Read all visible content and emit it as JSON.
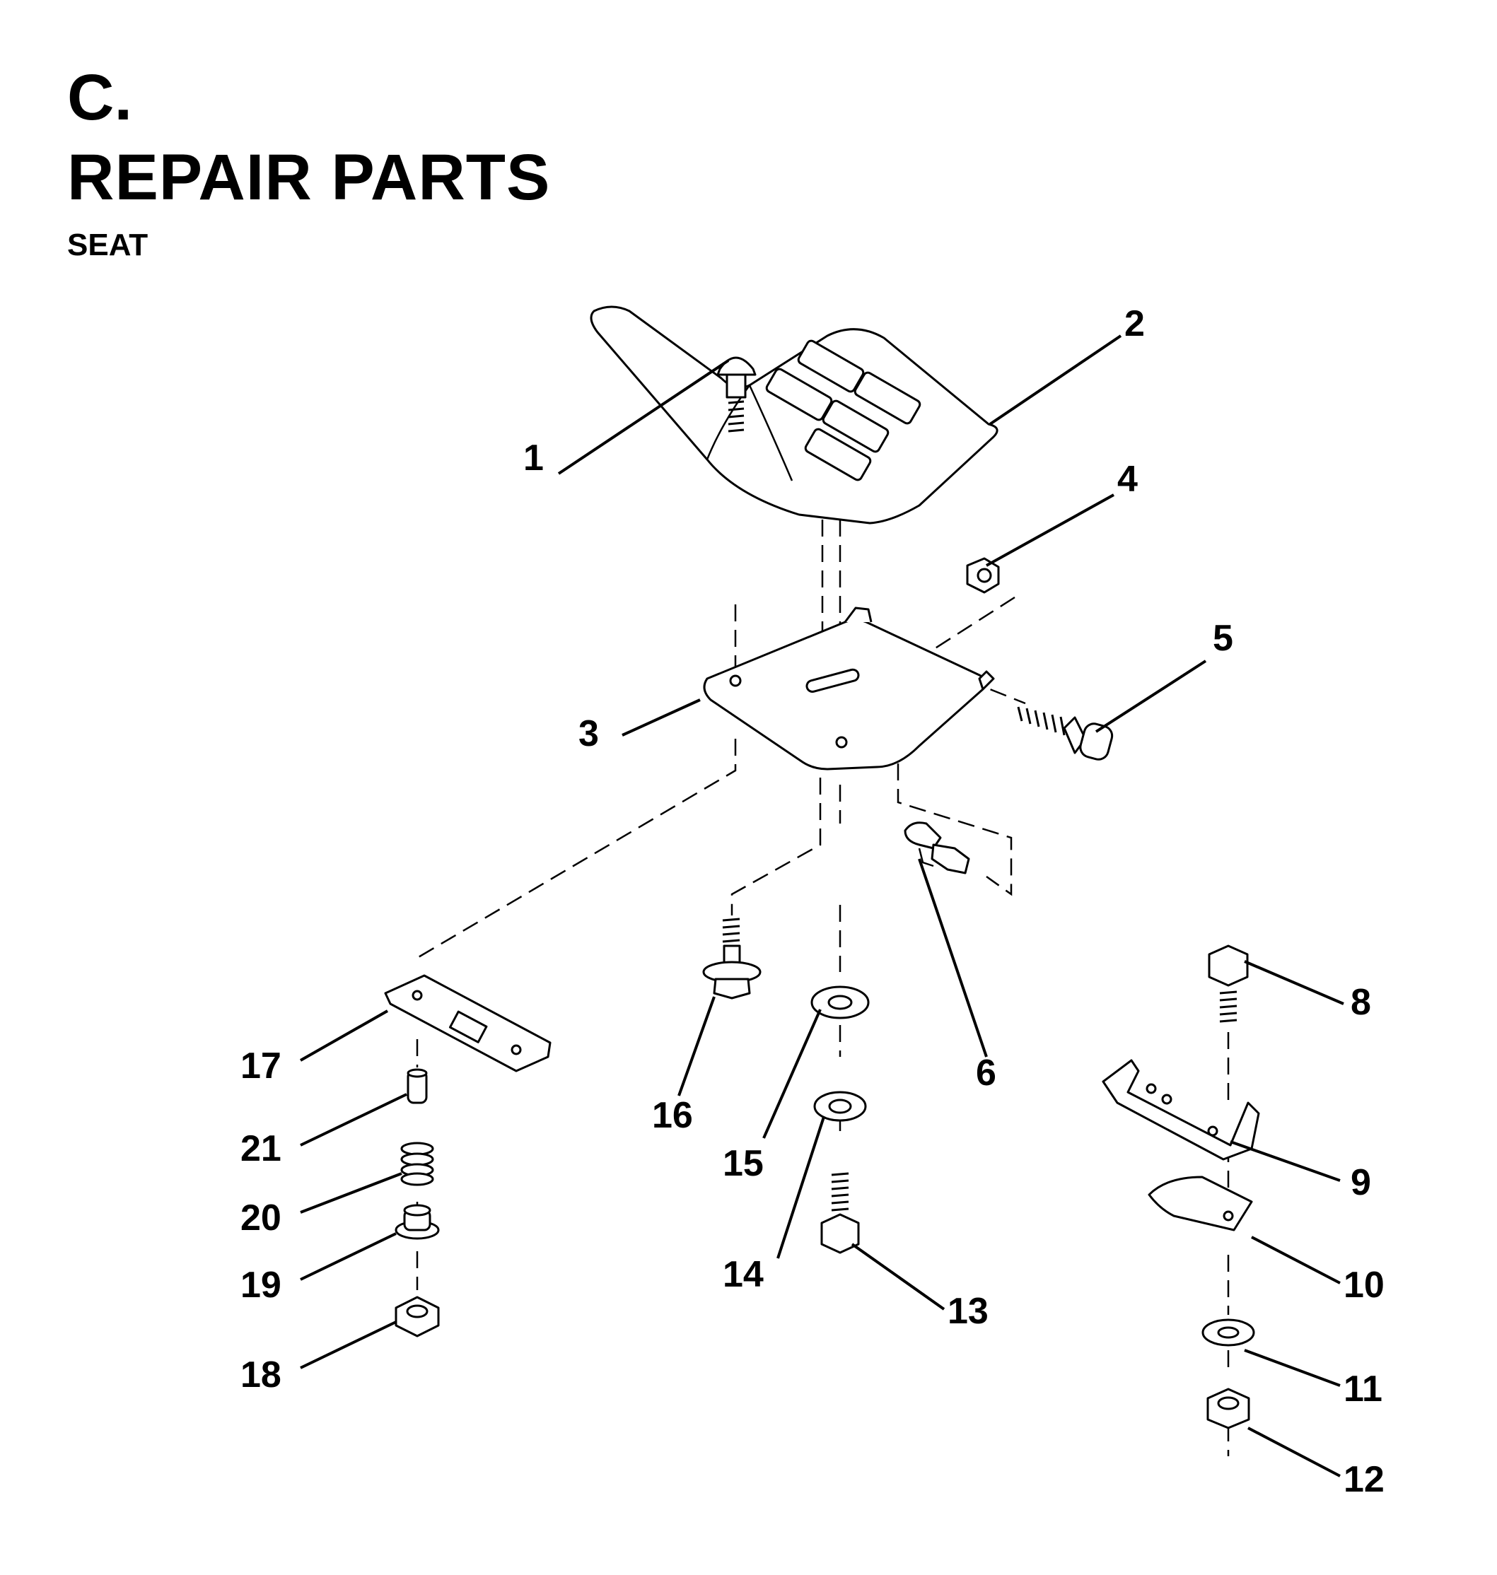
{
  "header": {
    "section": "C.",
    "title": "REPAIR PARTS",
    "subtitle": "SEAT"
  },
  "callouts": [
    {
      "id": "c1",
      "label": "1"
    },
    {
      "id": "c2",
      "label": "2"
    },
    {
      "id": "c3",
      "label": "3"
    },
    {
      "id": "c4",
      "label": "4"
    },
    {
      "id": "c5",
      "label": "5"
    },
    {
      "id": "c6",
      "label": "6"
    },
    {
      "id": "c8",
      "label": "8"
    },
    {
      "id": "c9",
      "label": "9"
    },
    {
      "id": "c10",
      "label": "10"
    },
    {
      "id": "c11",
      "label": "11"
    },
    {
      "id": "c12",
      "label": "12"
    },
    {
      "id": "c13",
      "label": "13"
    },
    {
      "id": "c14",
      "label": "14"
    },
    {
      "id": "c15",
      "label": "15"
    },
    {
      "id": "c16",
      "label": "16"
    },
    {
      "id": "c17",
      "label": "17"
    },
    {
      "id": "c18",
      "label": "18"
    },
    {
      "id": "c19",
      "label": "19"
    },
    {
      "id": "c20",
      "label": "20"
    },
    {
      "id": "c21",
      "label": "21"
    }
  ]
}
